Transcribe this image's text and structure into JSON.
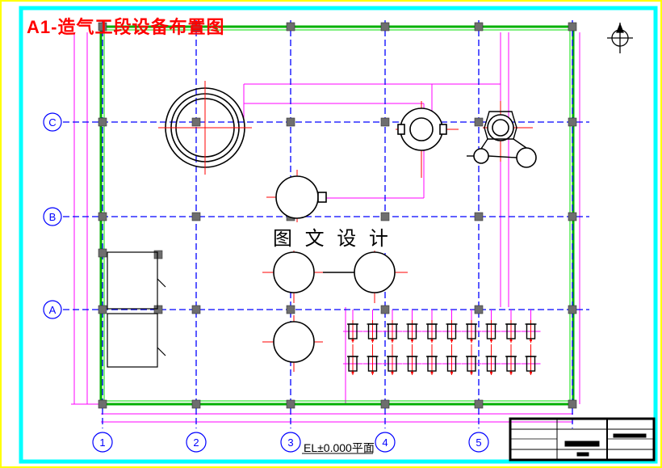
{
  "title": "A1-造气工段设备布置图",
  "watermark": "图 文 设 计",
  "elevation_label": "EL±0.000平面",
  "row_axes": [
    "C",
    "B",
    "A"
  ],
  "col_axes": [
    "1",
    "2",
    "3",
    "4",
    "5"
  ],
  "colors": {
    "border": "#00ffff",
    "frame": "#ffff00",
    "grid": "#0000ff",
    "wall": "#00c000",
    "dimension": "#ff00ff",
    "equipment": "#000000",
    "centerline": "#ff0000",
    "title": "#ff0000",
    "column": "#6e6e6e"
  },
  "icons": [
    "north-arrow-icon"
  ]
}
